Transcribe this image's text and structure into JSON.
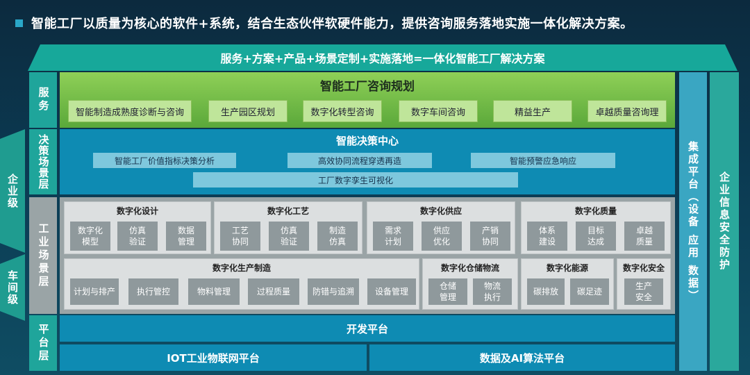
{
  "headline": "智能工厂以质量为核心的软件+系统，结合生态伙伴软硬件能力，提供咨询服务落地实施一体化解决方案。",
  "banner": "服务+方案+产品+场景定制+实施落地=一体化智能工厂解决方案",
  "side_levels": {
    "enterprise": "企业级",
    "workshop": "车间级"
  },
  "layers": {
    "service": "服务",
    "decision": "决策场景层",
    "industrial": "工业场景层",
    "platform": "平台层"
  },
  "consulting": {
    "title": "智能工厂咨询规划",
    "items": [
      "智能制造成熟度诊断与咨询",
      "生产园区规划",
      "数字化转型咨询",
      "数字车间咨询",
      "精益生产",
      "卓越质量咨询理"
    ]
  },
  "decision_center": {
    "title": "智能决策中心",
    "items": [
      "智能工厂价值指标决策分析",
      "高效协同流程穿透再造",
      "智能预警应急响应",
      "工厂数字孪生可视化"
    ]
  },
  "industrial": {
    "design": {
      "title": "数字化设计",
      "items": [
        "数字化\n模型",
        "仿真\n验证",
        "数据\n管理"
      ]
    },
    "process": {
      "title": "数字化工艺",
      "items": [
        "工艺\n协同",
        "仿真\n验证",
        "制造\n仿真"
      ]
    },
    "supply": {
      "title": "数字化供应",
      "items": [
        "需求\n计划",
        "供应\n优化",
        "产销\n协同"
      ]
    },
    "quality": {
      "title": "数字化质量",
      "items": [
        "体系\n建设",
        "目标\n达成",
        "卓越\n质量"
      ]
    },
    "production": {
      "title": "数字化生产制造",
      "items": [
        "计划与排产",
        "执行管控",
        "物料管理",
        "过程质量",
        "防错与追溯",
        "设备管理"
      ]
    },
    "logistics": {
      "title": "数字化仓储物流",
      "items": [
        "仓储\n管理",
        "物流\n执行"
      ]
    },
    "energy": {
      "title": "数字化能源",
      "items": [
        "碳排放",
        "碳足迹"
      ]
    },
    "safety": {
      "title": "数字化安全",
      "items": [
        "生产\n安全"
      ]
    }
  },
  "platform": {
    "dev": "开发平台",
    "iot": "IOT工业物联网平台",
    "data_ai": "数据及AI算法平台"
  },
  "right": {
    "integration": "集成平台（设备 应用 数据）",
    "security": "企业信息安全防护"
  }
}
